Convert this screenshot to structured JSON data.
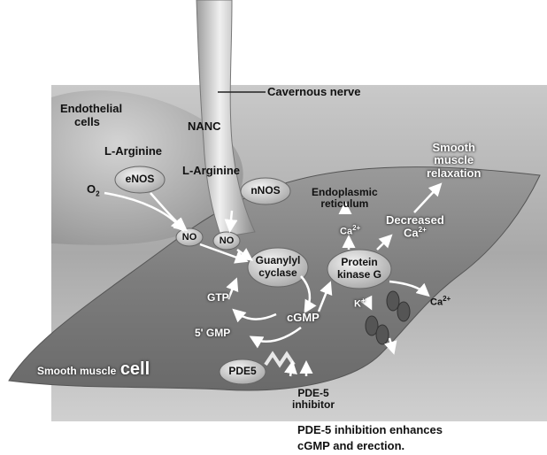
{
  "labels": {
    "cavernous_nerve": "Cavernous nerve",
    "endothelial_cells_1": "Endothelial",
    "endothelial_cells_2": "cells",
    "nanc": "NANC",
    "l_arginine_endothelial": "L-Arginine",
    "l_arginine_nerve": "L-Arginine",
    "enos": "eNOS",
    "nnos": "nNOS",
    "o2": "O",
    "o2_sub": "2",
    "no_1": "NO",
    "no_2": "NO",
    "guanylyl_cyclase_1": "Guanylyl",
    "guanylyl_cyclase_2": "cyclase",
    "gtp": "GTP",
    "cgmp": "cGMP",
    "five_gmp": "5' GMP",
    "pde5": "PDE5",
    "pde5_inhibitor_1": "PDE-5",
    "pde5_inhibitor_2": "inhibitor",
    "protein_kinase_1": "Protein",
    "protein_kinase_2": "kinase G",
    "endoplasmic_reticulum_1": "Endoplasmic",
    "endoplasmic_reticulum_2": "reticulum",
    "ca_er": "Ca",
    "ca_er_sup": "2+",
    "decreased_ca_1": "Decreased",
    "decreased_ca_2": "Ca",
    "decreased_ca_sup": "2+",
    "smooth_muscle_relaxation_1": "Smooth",
    "smooth_muscle_relaxation_2": "muscle",
    "smooth_muscle_relaxation_3": "relaxation",
    "ca_channel": "Ca",
    "ca_channel_sup": "2+",
    "k_plus": "K",
    "k_plus_sup": "+",
    "smooth_muscle_cell_1": "Smooth muscle",
    "smooth_muscle_cell_2": "cell"
  },
  "caption": {
    "line1": "PDE-5 inhibition enhances",
    "line2": "cGMP and erection."
  }
}
